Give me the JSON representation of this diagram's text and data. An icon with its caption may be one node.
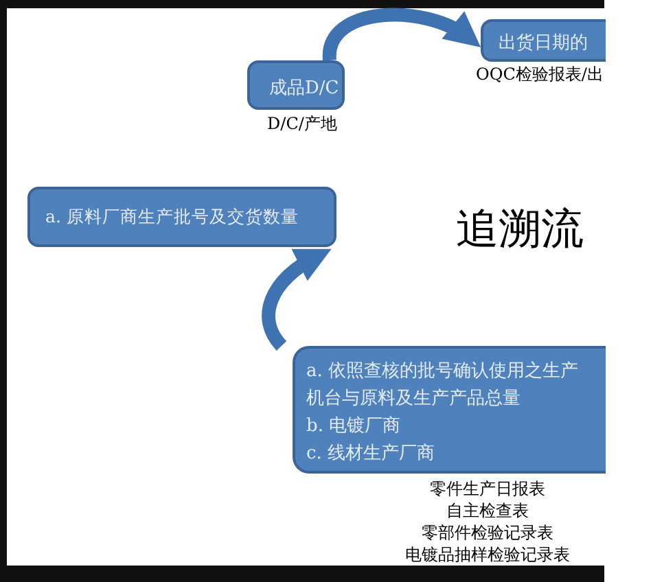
{
  "diagram": {
    "title": "追溯流",
    "nodes": [
      {
        "text": [
          "成品D/C"
        ],
        "beside": [
          "D/C/产地"
        ]
      },
      {
        "text": [
          "出货日期的"
        ],
        "beside": [
          "OQC检验报表/出"
        ]
      },
      {
        "text": [
          "a. 原料厂商生产批号及交货数量"
        ]
      },
      {
        "text": [
          "a. 依照查核的批号确认使用之生产",
          "机台与原料及生产产品总量",
          "b. 电镀厂商",
          "c. 线材生产厂商"
        ],
        "beside": [
          "零件生产日报表",
          "自主检查表",
          "零部件检验记录表",
          "电镀品抽样检验记录表"
        ]
      }
    ],
    "edges": [
      {
        "from": 0,
        "to": 1,
        "arrow": "to"
      },
      {
        "from": 3,
        "to": 2,
        "arrow": "to"
      }
    ]
  }
}
